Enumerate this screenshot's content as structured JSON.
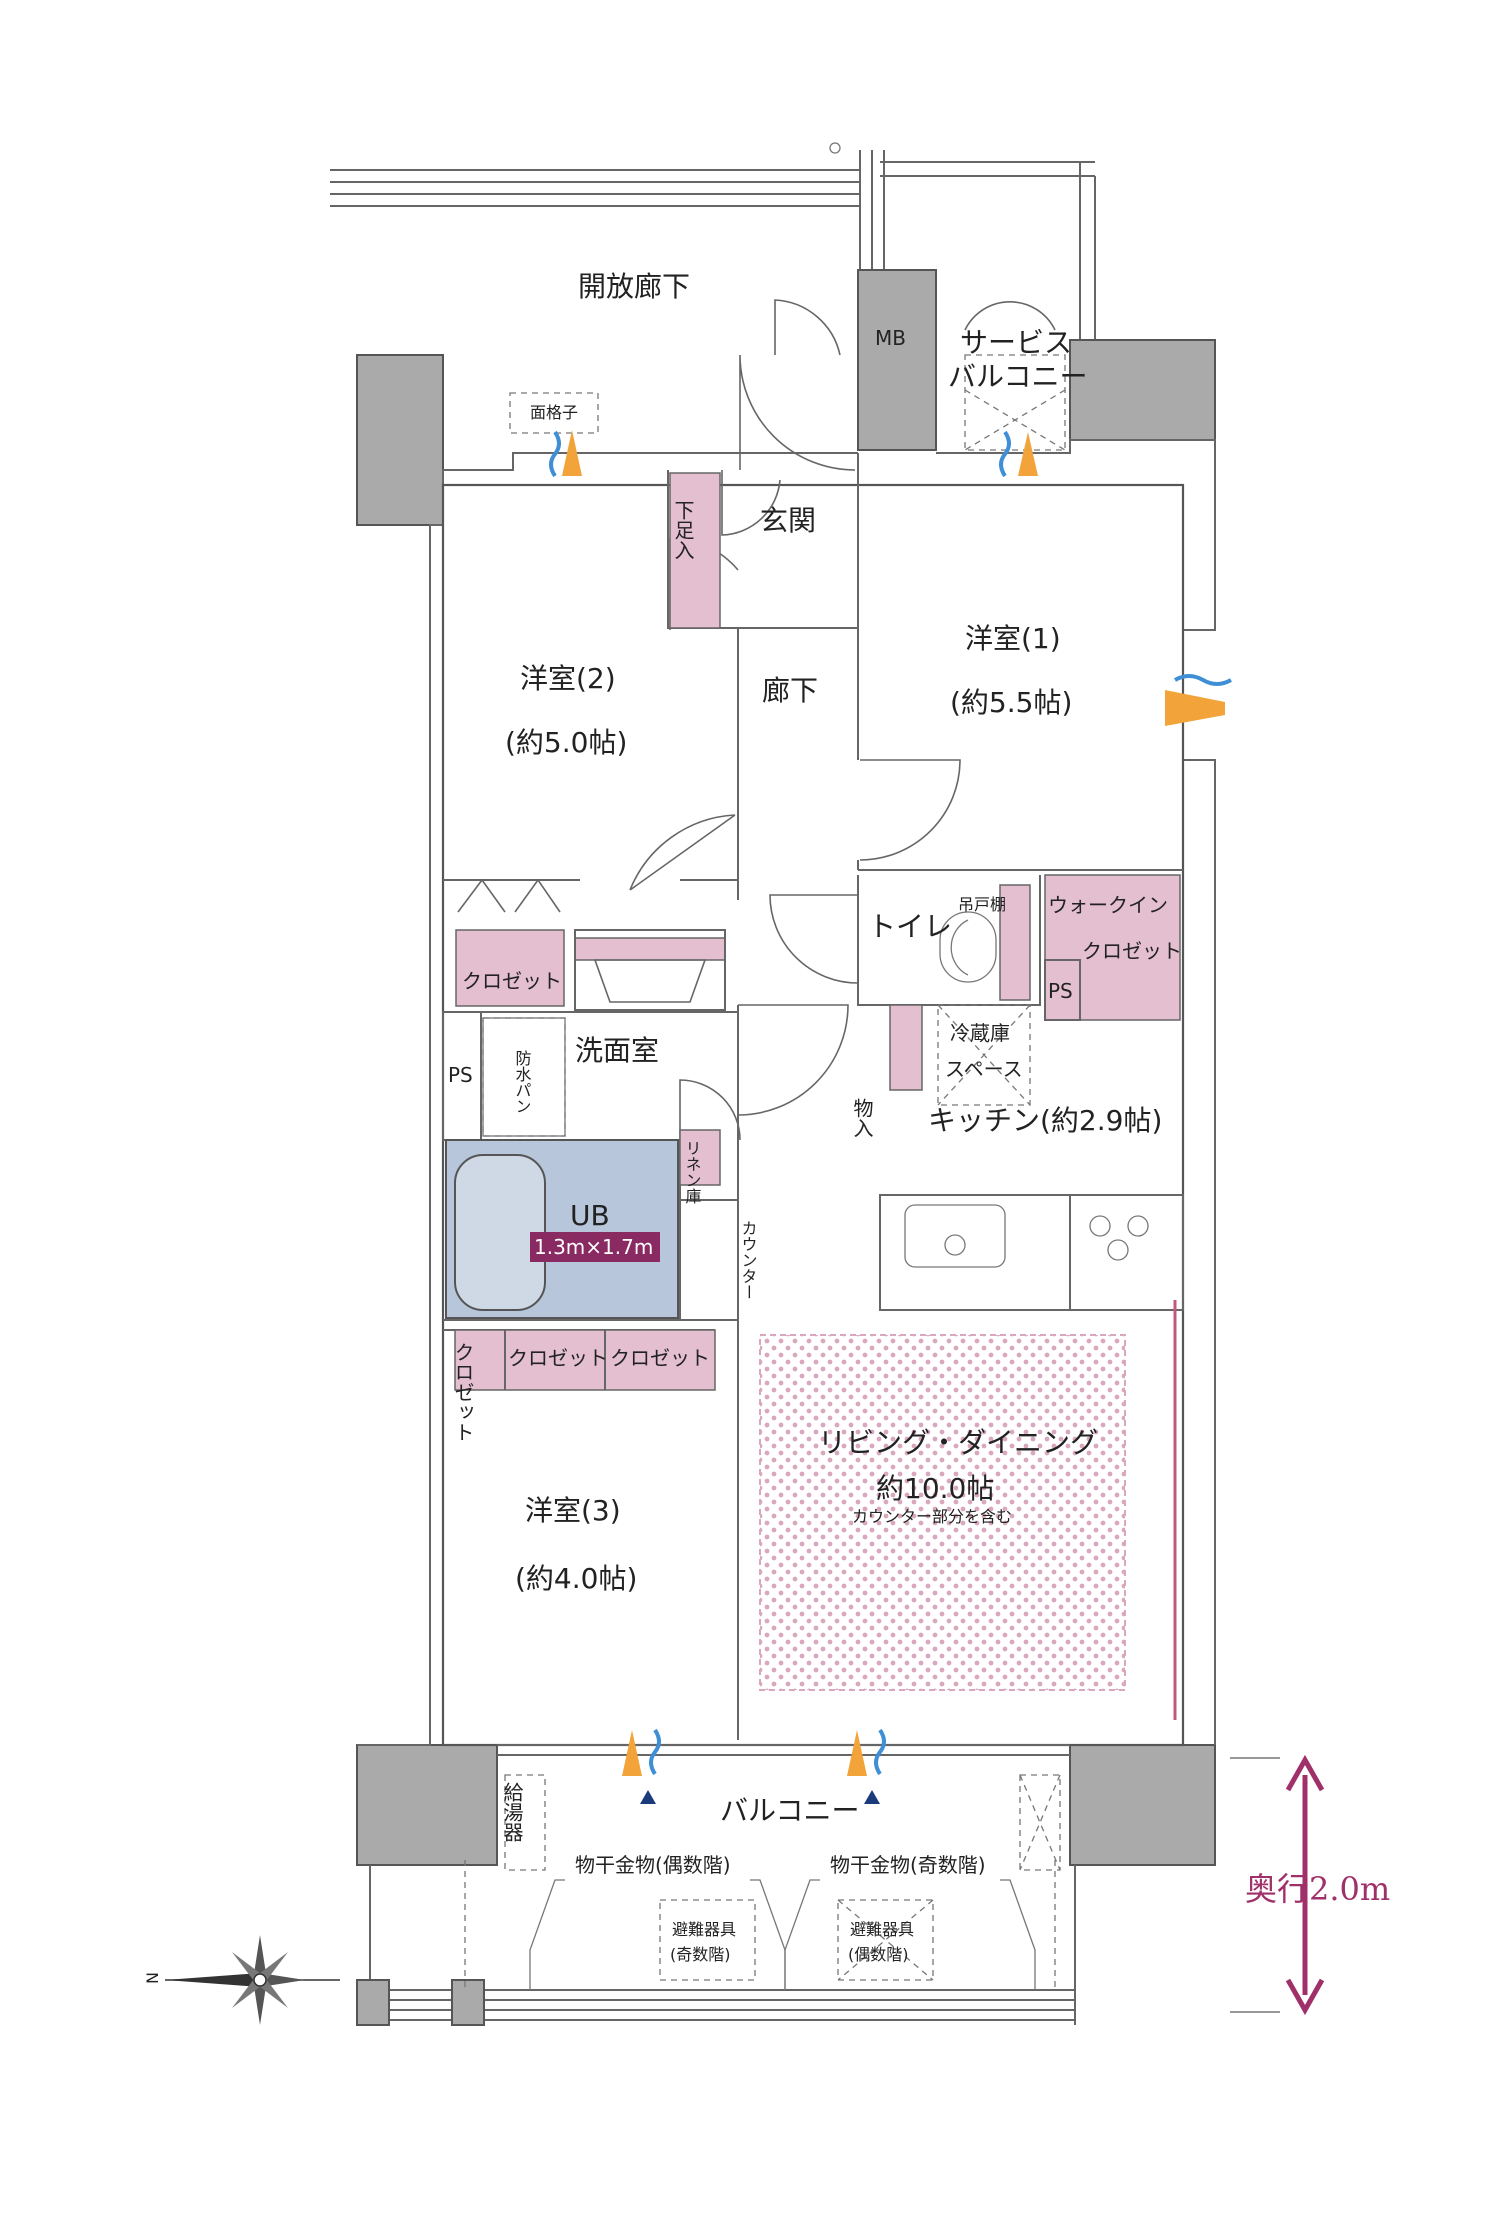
{
  "labels": {
    "corridor_open": "開放廊下",
    "mb": "MB",
    "service_balcony_1": "サービス",
    "service_balcony_2": "バルコニー",
    "lattice": "面格子",
    "genkan_box": "下足入",
    "genkan": "玄関",
    "room1_name": "洋室(1)",
    "room1_size": "(約5.5帖)",
    "room2_name": "洋室(2)",
    "room2_size": "(約5.0帖)",
    "hallway": "廊下",
    "toilet": "トイレ",
    "hanging_shelf": "吊戸棚",
    "walkin_1": "ウォークイン",
    "walkin_2": "クロゼット",
    "ps": "PS",
    "closet": "クロゼット",
    "washroom": "洗面室",
    "waterproof_pan": "防水パン",
    "fridge_1": "冷蔵庫",
    "fridge_2": "スペース",
    "storage": "物入",
    "kitchen": "キッチン(約2.9帖)",
    "linen": "リネン庫",
    "ub": "UB",
    "ub_size": "1.3m×1.7m",
    "counter": "カウンター",
    "living_name": "リビング・ダイニング",
    "living_size": "約10.0帖",
    "living_note": "カウンター部分を含む",
    "room3_name": "洋室(3)",
    "room3_size": "(約4.0帖)",
    "balcony": "バルコニー",
    "water_heater": "給湯器",
    "dry_even": "物干金物(偶数階)",
    "dry_odd": "物干金物(奇数階)",
    "evac_1": "避難器具",
    "evac_odd": "(奇数階)",
    "evac_even": "(偶数階)",
    "depth": "奥行2.0m",
    "north": "N"
  },
  "colors": {
    "pink_fill": "#e3bfcf",
    "bath_fill": "#b7c6da",
    "wall_grey": "#aaaaaa",
    "depth_arrow": "#a0306a",
    "living_dots": "#d9a7be",
    "vent_orange": "#f2a33a",
    "vent_blue": "#3f8fd6",
    "marker_navy": "#1c3b7a"
  },
  "icons": [
    "compass-icon",
    "vent-icon",
    "stove-burner-icon",
    "sink-icon",
    "toilet-icon",
    "door-swing-icon"
  ]
}
